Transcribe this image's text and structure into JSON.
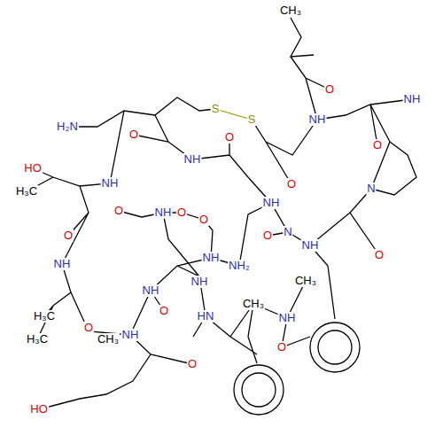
{
  "diagram": {
    "labels": [
      "CH₃",
      "O",
      "S",
      "S",
      "NH",
      "H₂N",
      "O",
      "O",
      "NH",
      "O",
      "HO",
      "NH",
      "NH",
      "H₃C",
      "O",
      "N",
      "NH",
      "O",
      "O",
      "NH",
      "O",
      "O",
      "N",
      "NH",
      "O",
      "NH",
      "NH",
      "NH",
      "O",
      "NH₂",
      "CH₃",
      "HN",
      "CH₃",
      "NH",
      "H₃C",
      "H₃C",
      "O",
      "CH₃",
      "NH",
      "O",
      "O",
      "HO",
      "O",
      "NH"
    ]
  }
}
